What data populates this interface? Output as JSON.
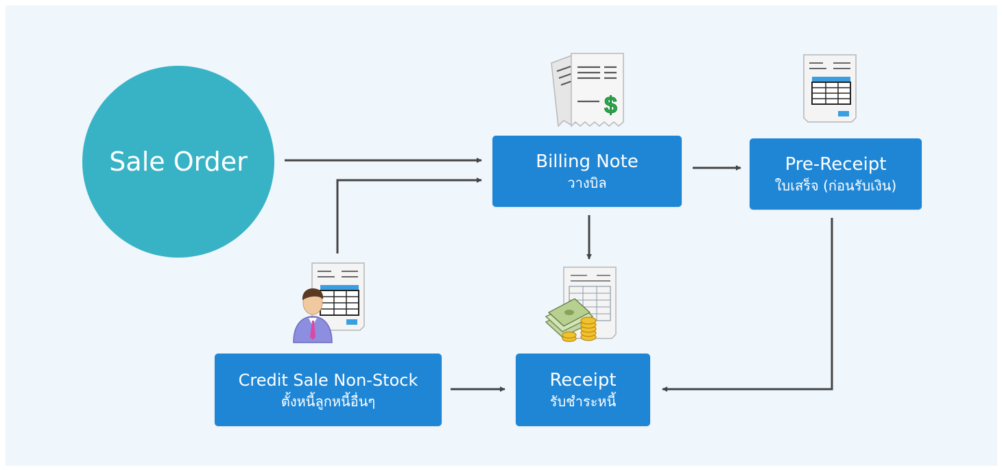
{
  "diagram": {
    "start": {
      "label": "Sale Order"
    },
    "nodes": {
      "billing_note": {
        "title": "Billing Note",
        "subtitle": "วางบิล",
        "icon": "billing-document-icon"
      },
      "pre_receipt": {
        "title": "Pre-Receipt",
        "subtitle": "ใบเสร็จ (ก่อนรับเงิน)",
        "icon": "receipt-form-icon"
      },
      "credit_sale": {
        "title": "Credit Sale Non-Stock",
        "subtitle": "ตั้งหนี้ลูกหนี้อื่นๆ",
        "icon": "person-with-document-icon"
      },
      "receipt": {
        "title": "Receipt",
        "subtitle": "รับชำระหนี้",
        "icon": "money-receipt-icon"
      }
    },
    "edges": [
      {
        "from": "Sale Order",
        "to": "Billing Note"
      },
      {
        "from": "Credit Sale Non-Stock",
        "to": "Billing Note"
      },
      {
        "from": "Billing Note",
        "to": "Pre-Receipt"
      },
      {
        "from": "Billing Note",
        "to": "Receipt"
      },
      {
        "from": "Pre-Receipt",
        "to": "Receipt"
      },
      {
        "from": "Credit Sale Non-Stock",
        "to": "Receipt"
      }
    ],
    "colors": {
      "background": "#eff6fc",
      "start_circle": "#38b3c6",
      "box": "#1f86d6",
      "arrow": "#444444",
      "money_accent": "#2aa94a"
    }
  }
}
